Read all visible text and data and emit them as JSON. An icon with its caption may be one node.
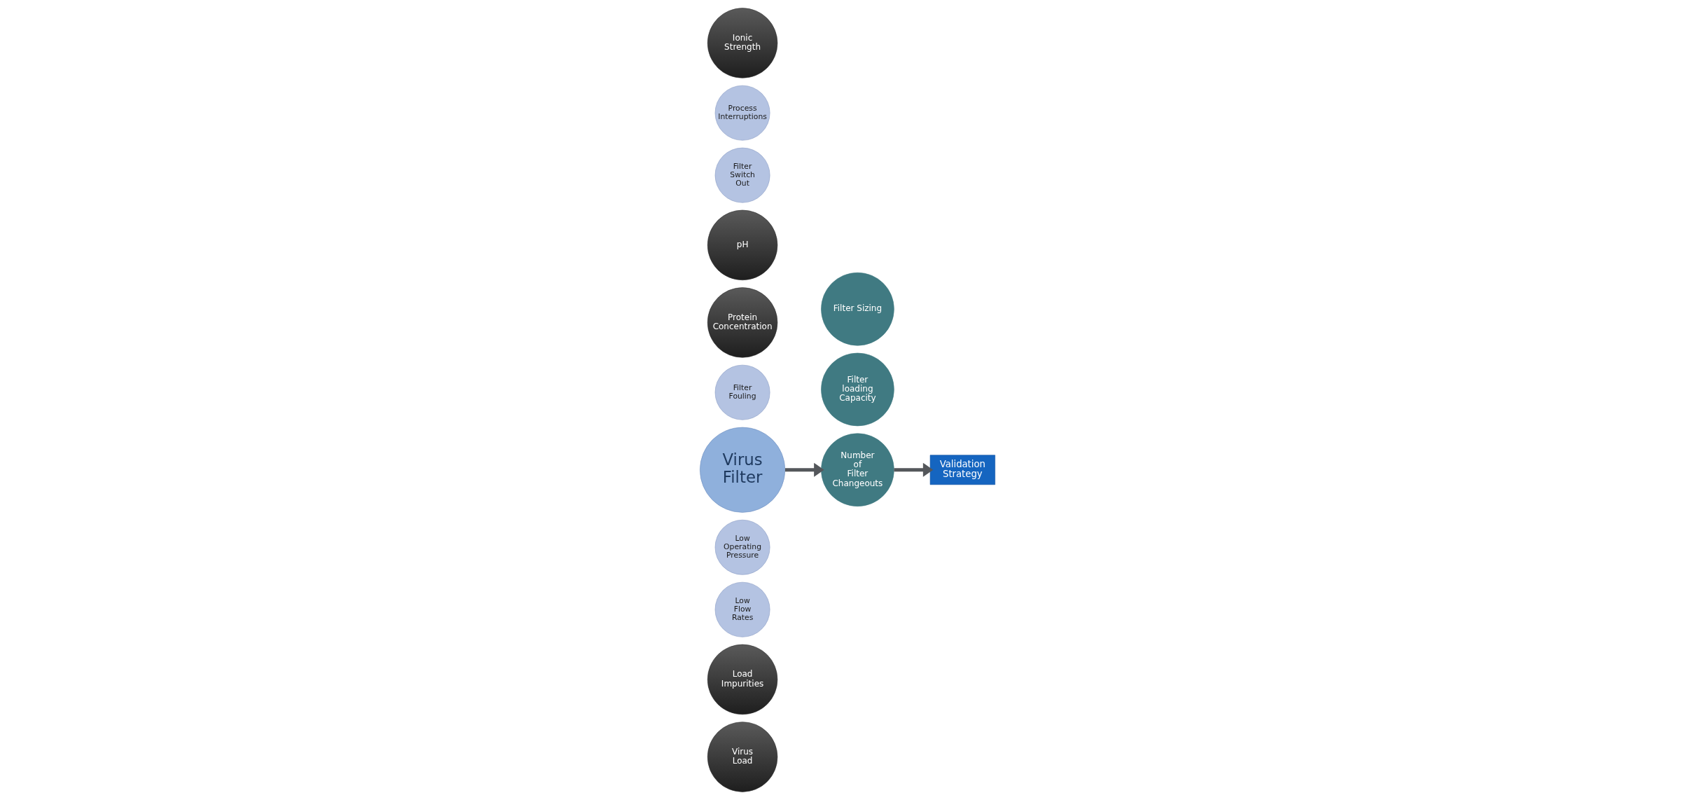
{
  "diagram": {
    "nodes": [
      {
        "text": [
          "Virus Load"
        ]
      },
      {
        "text": [
          "Load Impurities"
        ]
      },
      {
        "text": [
          "Low Flow Rates"
        ]
      },
      {
        "text": [
          "Low Operating Pressure"
        ]
      },
      {
        "text": [
          "Virus Filter"
        ]
      },
      {
        "text": [
          "Filter Fouling"
        ]
      },
      {
        "text": [
          "Protein Concentration"
        ]
      },
      {
        "text": [
          "pH"
        ]
      },
      {
        "text": [
          "Filter Switch Out"
        ]
      },
      {
        "text": [
          "Process Interruptions"
        ]
      },
      {
        "text": [
          "Ionic Strength"
        ]
      },
      {
        "text": [
          "Filter loading Capacity"
        ]
      },
      {
        "text": [
          "Number of Filter Changeouts"
        ]
      },
      {
        "text": [
          "Filter Sizing"
        ]
      },
      {
        "text": [
          "Validation Strategy"
        ]
      }
    ],
    "edges": [
      {
        "from": 4,
        "to": 12,
        "arrow": "to"
      },
      {
        "from": 12,
        "to": 14,
        "arrow": "to"
      }
    ]
  }
}
